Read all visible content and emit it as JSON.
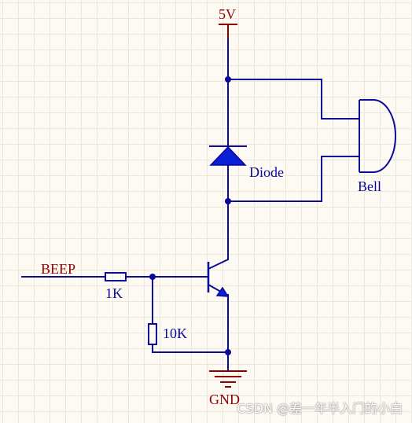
{
  "nets": {
    "vcc_label": "5V",
    "gnd_label": "GND",
    "input_label": "BEEP"
  },
  "components": {
    "diode": "Diode",
    "bell": "Bell",
    "r_series": "1K",
    "r_pulldown": "10K"
  },
  "watermark": "CSDN @差一年半入门的小白",
  "colors": {
    "background": "#fdfaf3",
    "grid": "#ece7db",
    "wire": "#0a0a9a",
    "diode_fill": "#0a1fd6",
    "power_symbol": "#8b0000",
    "net_label": "#8b0000"
  }
}
